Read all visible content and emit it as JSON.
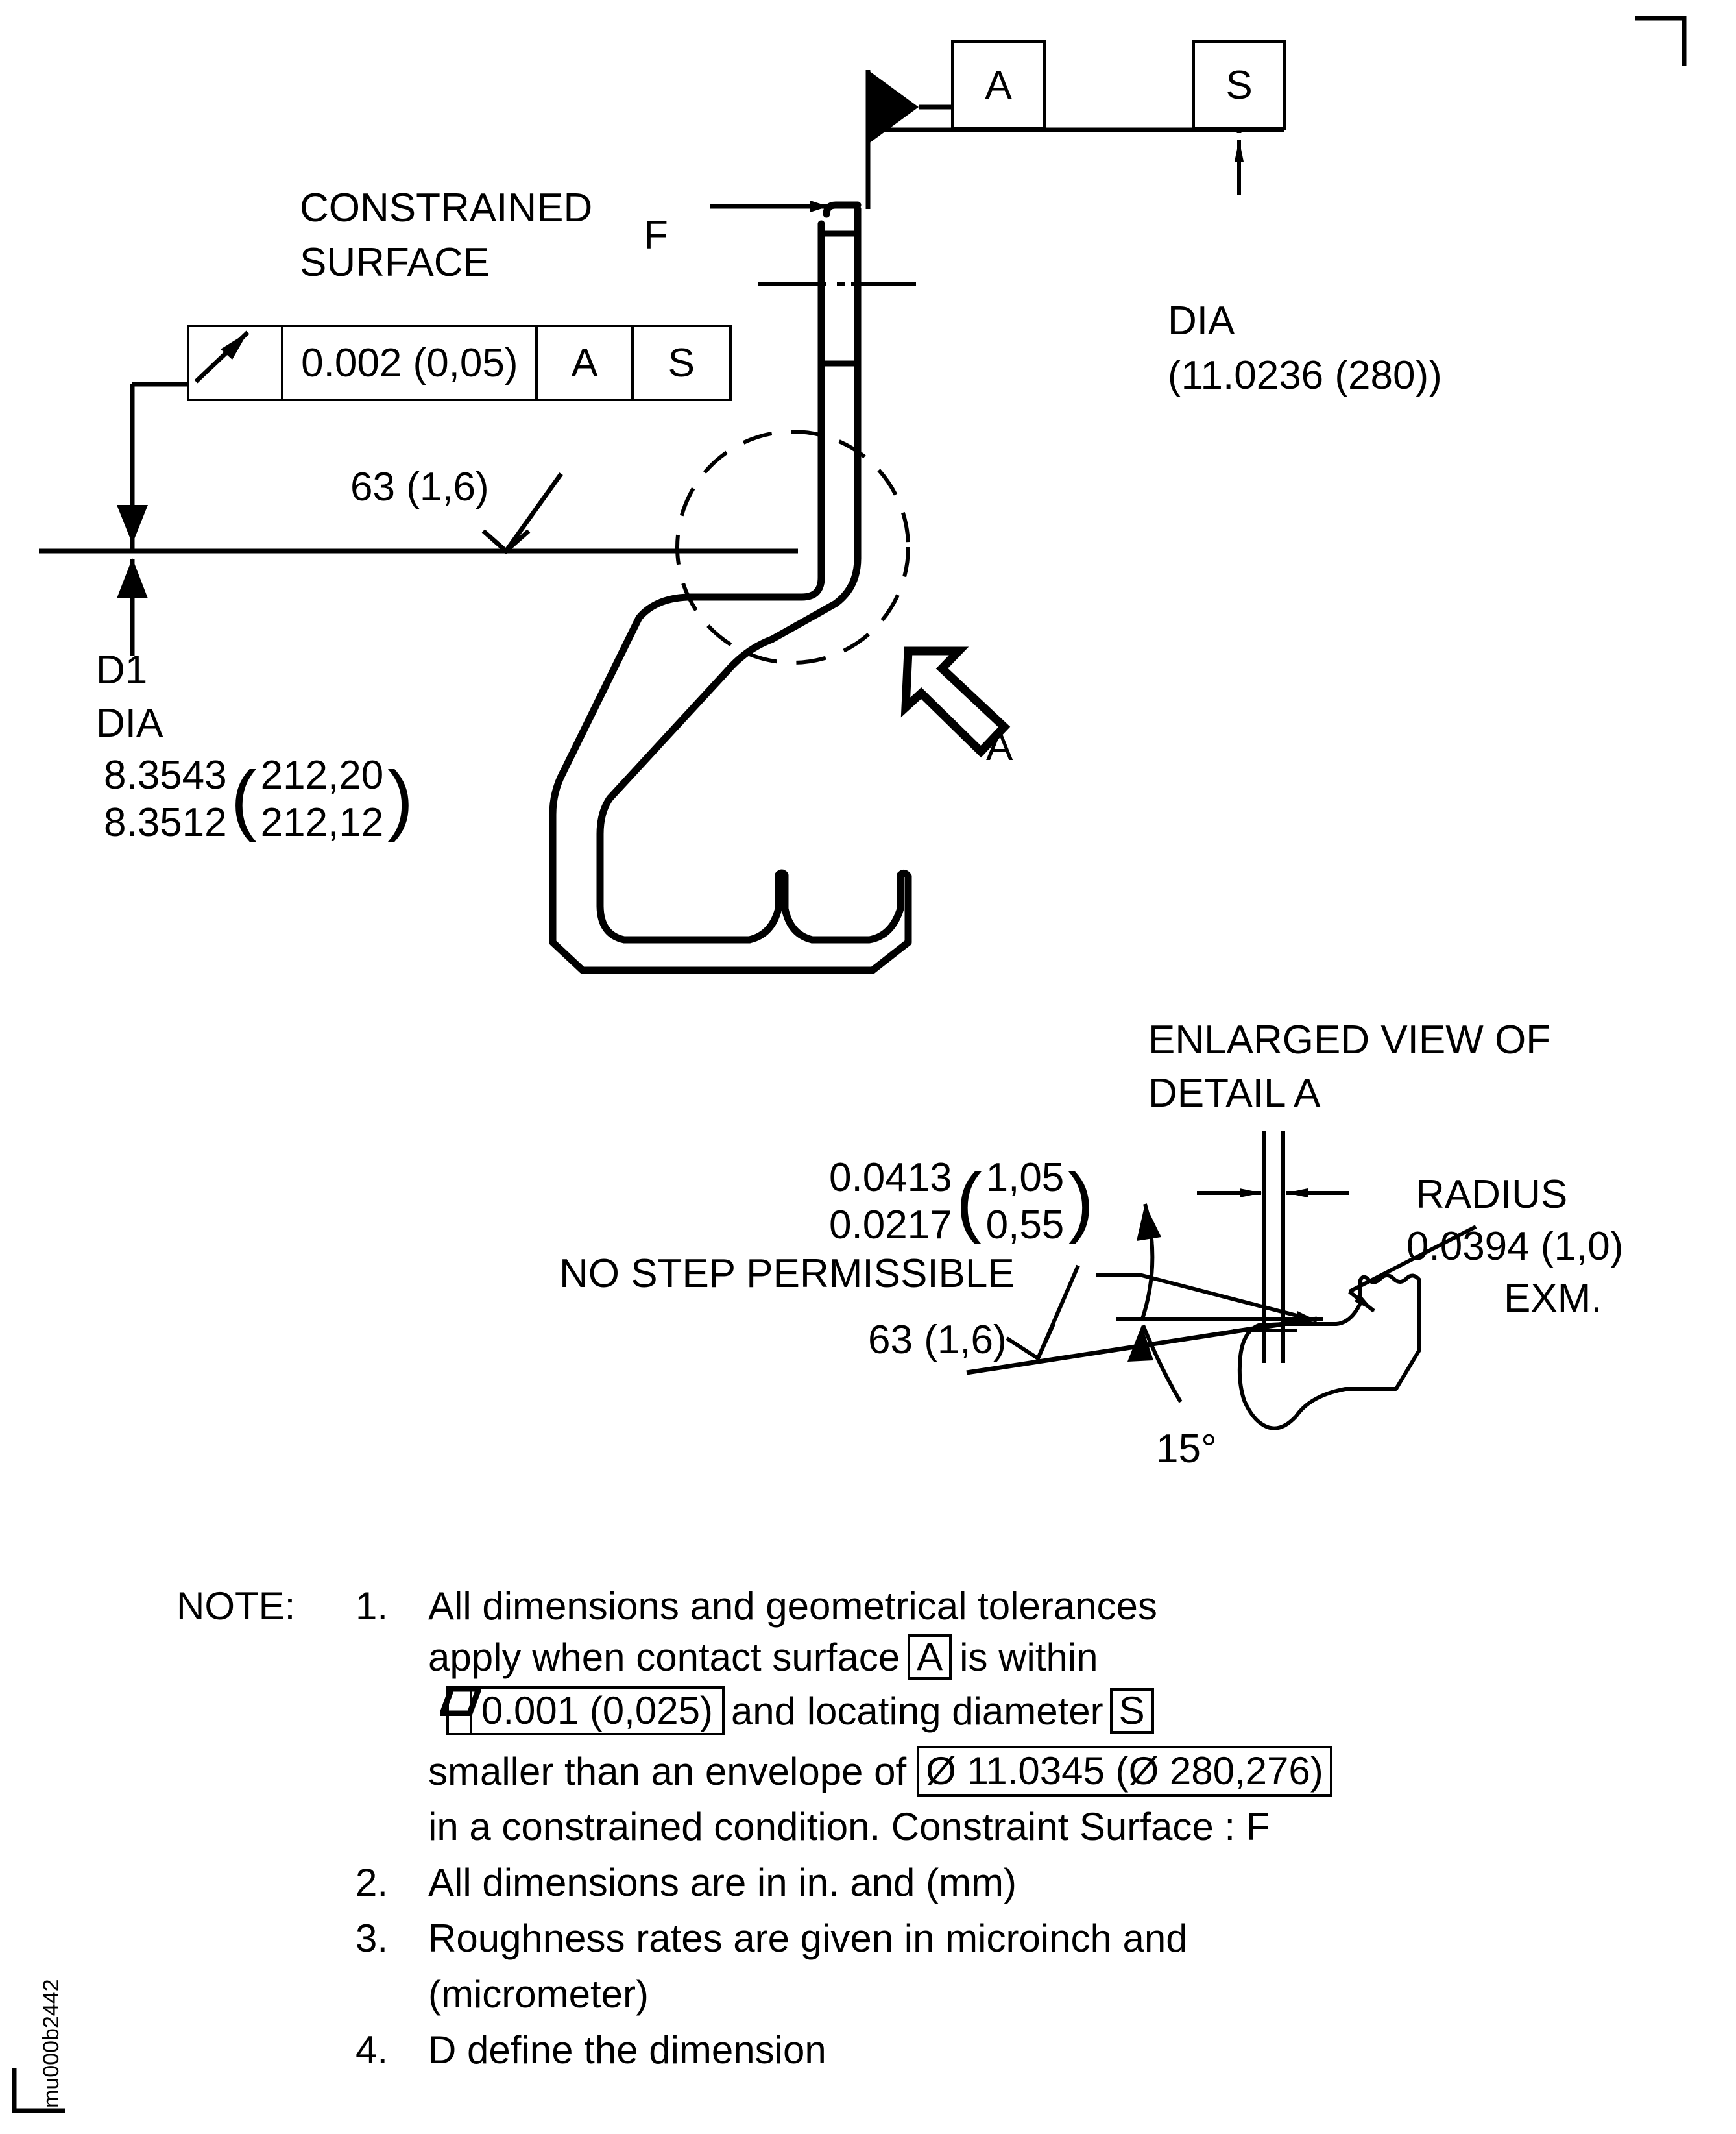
{
  "drawing": {
    "id_label": "mu000b2442",
    "constrained_surface_label": "CONSTRAINED\nSURFACE",
    "constrained_surface_line1": "CONSTRAINED",
    "constrained_surface_line2": "SURFACE",
    "surface_F_label": "F",
    "datum_A_label": "A",
    "datum_S_label": "S",
    "dia_label": "DIA",
    "dia_value": "(11.0236 (280))",
    "detail_arrow_label": "A"
  },
  "fcf_main": {
    "symbol_name": "total-runout-arrow",
    "tolerance": "0.002 (0,05)",
    "datum1": "A",
    "datum2": "S"
  },
  "roughness_main": {
    "value": "63 (1,6)"
  },
  "d1_dimension": {
    "label_d1": "D1",
    "label_dia": "DIA",
    "inch_upper": "8.3543",
    "inch_lower": "8.3512",
    "mm_upper": "212,20",
    "mm_lower": "212,12"
  },
  "detail_view": {
    "title_line1": "ENLARGED VIEW OF",
    "title_line2": "DETAIL A",
    "thickness_inch_upper": "0.0413",
    "thickness_inch_lower": "0.0217",
    "thickness_mm_upper": "1,05",
    "thickness_mm_lower": "0,55",
    "no_step_label": "NO STEP PERMISSIBLE",
    "radius_line1": "RADIUS",
    "radius_line2": "0.0394 (1,0)",
    "radius_line3": "EXM.",
    "roughness_value": "63 (1,6)",
    "angle_value": "15°"
  },
  "notes": {
    "heading": "NOTE:",
    "items": [
      {
        "number": "1.",
        "lines": [
          {
            "type": "text",
            "text": "All dimensions and geometrical tolerances"
          },
          {
            "type": "mixed",
            "pre": "apply when contact surface ",
            "boxed": "A",
            "post": " is within"
          },
          {
            "type": "fcf",
            "symbol_name": "flatness-parallelogram",
            "value": "0.001 (0,025)",
            "post": " and locating diameter ",
            "boxed2": "S"
          },
          {
            "type": "boxedval",
            "pre": "smaller than an envelope of ",
            "boxed": "Ø 11.0345 (Ø 280,276)"
          },
          {
            "type": "text",
            "text": "in a constrained condition. Constraint Surface : F"
          }
        ]
      },
      {
        "number": "2.",
        "lines": [
          {
            "type": "text",
            "text": "All dimensions are in in. and (mm)"
          }
        ]
      },
      {
        "number": "3.",
        "lines": [
          {
            "type": "text",
            "text": "Roughness rates are given in microinch and"
          },
          {
            "type": "text",
            "text": "(micrometer)"
          }
        ]
      },
      {
        "number": "4.",
        "lines": [
          {
            "type": "text",
            "text": "D define the dimension"
          }
        ]
      }
    ],
    "note1_l1": "All dimensions and geometrical tolerances",
    "note1_l2_pre": "apply when contact surface",
    "note1_l2_box": "A",
    "note1_l2_post": "is within",
    "note1_l3_sym": "flatness-parallelogram",
    "note1_l3_val": "0.001 (0,025)",
    "note1_l3_post": "and locating diameter",
    "note1_l3_box": "S",
    "note1_l4_pre": "smaller than an envelope of",
    "note1_l4_box": "Ø 11.0345 (Ø 280,276)",
    "note1_l5": "in a constrained condition. Constraint Surface : F",
    "note2_num": "2.",
    "note2_l1": "All dimensions are in in. and (mm)",
    "note3_num": "3.",
    "note3_l1": "Roughness rates are given in microinch and",
    "note3_l2": "(micrometer)",
    "note4_num": "4.",
    "note4_l1": "D define the dimension",
    "note1_num": "1."
  },
  "colors": {
    "ink": "#000000",
    "paper": "#ffffff"
  }
}
